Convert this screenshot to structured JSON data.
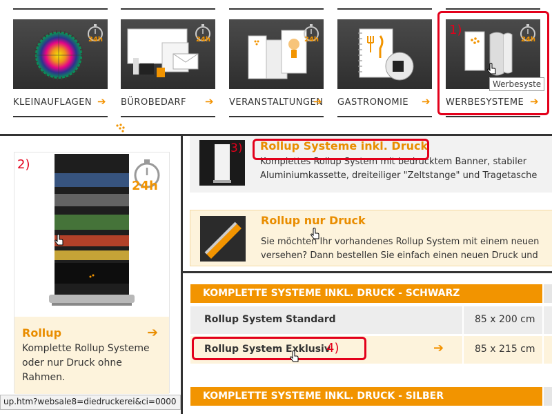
{
  "categories": [
    {
      "label": "KLEINAUFLAGEN",
      "icon": "color-dots-icon",
      "arrow": "➔"
    },
    {
      "label": "BÜROBEDARF",
      "icon": "stationery-icon",
      "arrow": "➔"
    },
    {
      "label": "VERANSTALTUNGEN",
      "icon": "tickets-icon",
      "arrow": "➔"
    },
    {
      "label": "GASTRONOMIE",
      "icon": "menu-card-icon",
      "arrow": "➔"
    },
    {
      "label": "WERBESYSTEME",
      "icon": "rollup-banner-icon",
      "arrow": "➔"
    }
  ],
  "badge_24h": "24h",
  "tooltip": "Werbesyste",
  "annotations": {
    "n1": "1)",
    "n2": "2)",
    "n3": "3)",
    "n4": "4)"
  },
  "left_card": {
    "badge": "24h",
    "title": "Rollup",
    "arrow": "➔",
    "description": "Komplette Rollup Systeme oder nur Druck ohne Rahmen."
  },
  "status_url": "up.htm?websale8=diedruckerei&ci=0000",
  "products": [
    {
      "title": "Rollup Systeme inkl. Druck",
      "line1": "Komplettes Rollup System mit bedrucktem Banner, stabiler",
      "line2": "Aluminiumkassette, dreiteiliger \"Zeltstange\" und Tragetasche"
    },
    {
      "title": "Rollup nur Druck",
      "line1": "Sie möchten Ihr vorhandenes Rollup System mit einem neuen",
      "line2": "versehen? Dann bestellen Sie einfach einen neuen Druck und"
    }
  ],
  "table": {
    "header_black": "KOMPLETTE SYSTEME INKL. DRUCK - SCHWARZ",
    "rows": [
      {
        "name": "Rollup System Standard",
        "size": "85 x 200 cm"
      },
      {
        "name": "Rollup System Exklusiv",
        "size": "85 x 215 cm",
        "arrow": "➔"
      }
    ],
    "header_silver": "KOMPLETTE SYSTEME INKL. DRUCK - SILBER"
  },
  "colors": {
    "accent": "#f29400",
    "annotation": "#e3001b",
    "tile": "#3a3a3a",
    "highlight_bg": "#fdf3dc"
  }
}
